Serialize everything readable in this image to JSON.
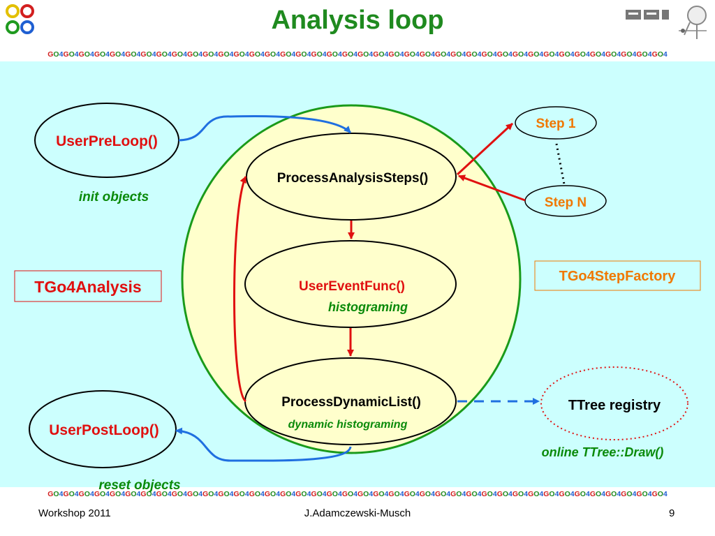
{
  "title": "Analysis loop",
  "strip_unit": "GO4",
  "nodes": {
    "preloop": "UserPreLoop()",
    "preloop_note": "init objects",
    "process_steps": "ProcessAnalysisSteps()",
    "event_func": "UserEventFunc()",
    "event_note": "histograming",
    "dynamic_list": "ProcessDynamicList()",
    "dynamic_note": "dynamic histograming",
    "postloop": "UserPostLoop()",
    "postloop_note": "reset objects",
    "analysis_box": "TGo4Analysis",
    "step1": "Step 1",
    "stepn": "Step N",
    "step_factory": "TGo4StepFactory",
    "ttree": "TTree registry",
    "ttree_note": "online TTree::Draw()"
  },
  "footer": {
    "left": "Workshop 2011",
    "center": "J.Adamczewski-Musch",
    "page": "9"
  },
  "colors": {
    "title_green": "#1f8a1f",
    "background": "#ccfffe",
    "ellipse_fill": "#ffffcc",
    "red": "#e01010",
    "blue": "#1f6fe0",
    "orange": "#f07800",
    "green_note": "#0a8a0a"
  }
}
